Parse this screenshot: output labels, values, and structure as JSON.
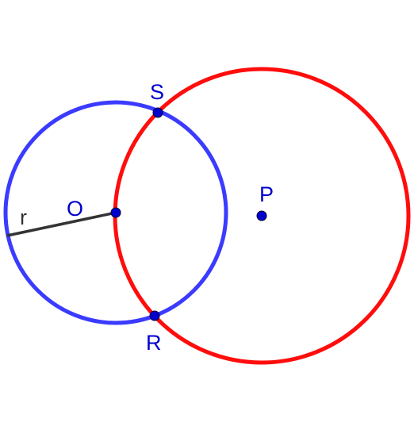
{
  "colors": {
    "circle_o": "#3b3bff",
    "circle_p": "#ff0d0d",
    "point": "#0000cc",
    "radius_segment": "#333333",
    "label": "#0000cc",
    "radius_label": "#333333"
  },
  "points": {
    "center_o": "O",
    "center_p": "P",
    "intersection_s": "S",
    "intersection_r": "R"
  },
  "segment_label": "r"
}
